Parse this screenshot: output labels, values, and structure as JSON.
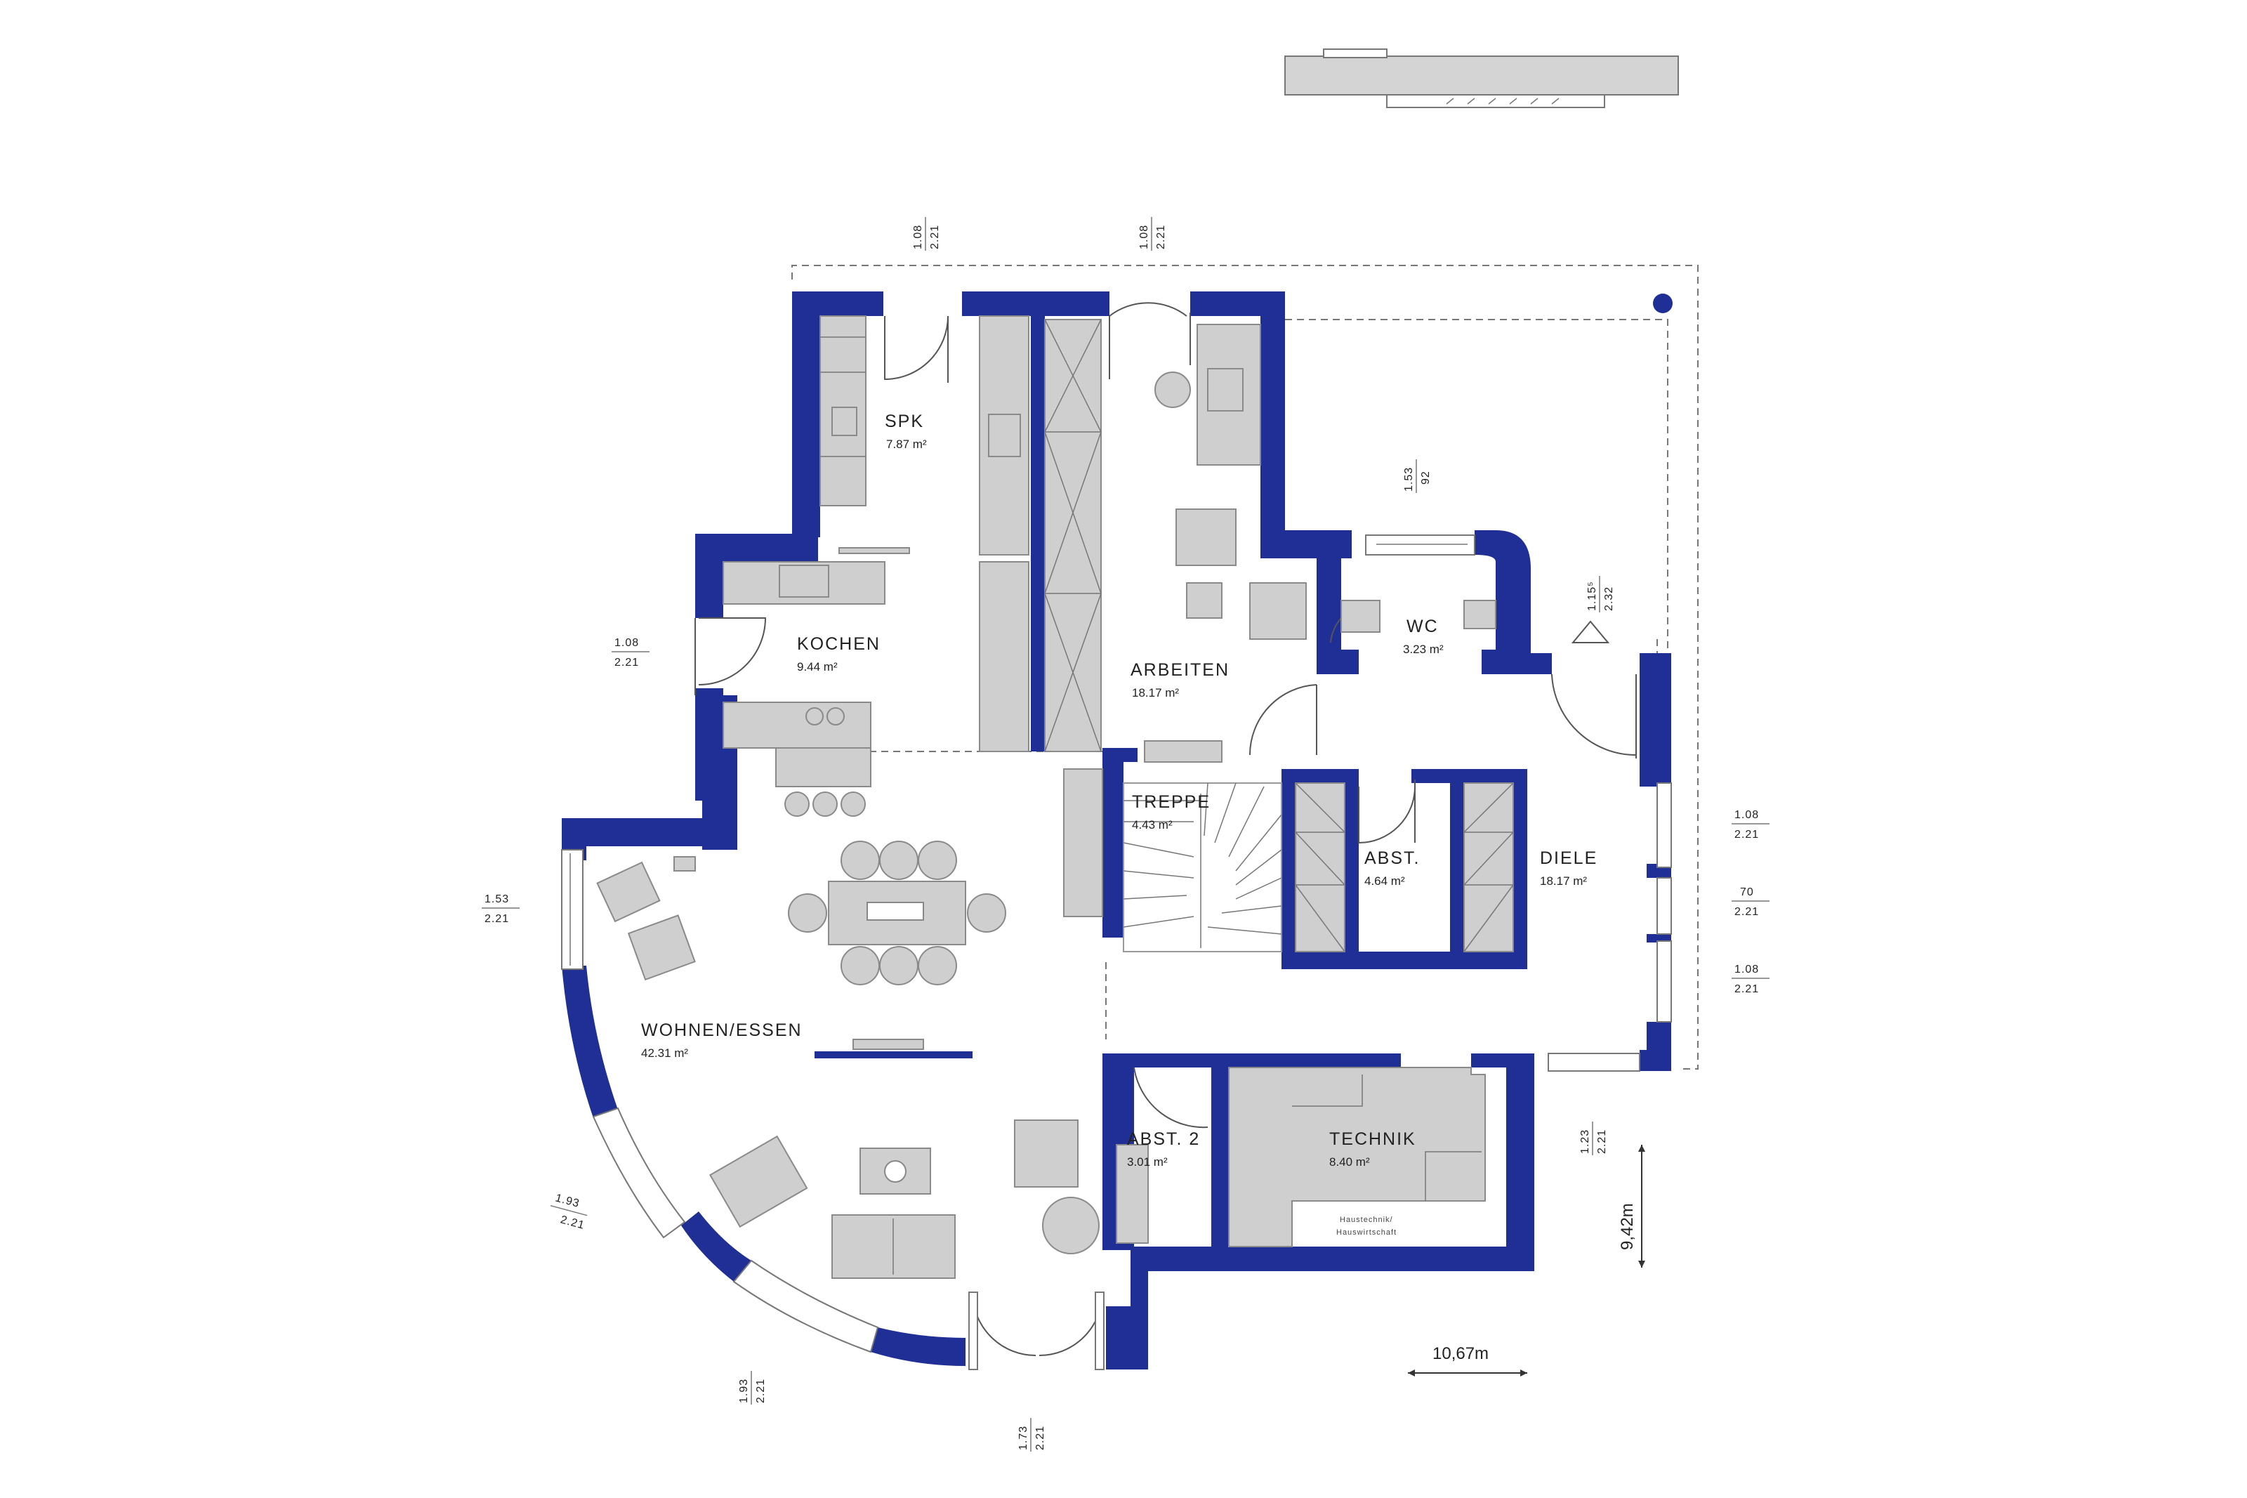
{
  "rooms": {
    "spk": {
      "name": "SPK",
      "area": "7.87 m²"
    },
    "kochen": {
      "name": "KOCHEN",
      "area": "9.44 m²"
    },
    "arbeiten": {
      "name": "ARBEITEN",
      "area": "18.17 m²"
    },
    "wc": {
      "name": "WC",
      "area": "3.23 m²"
    },
    "treppe": {
      "name": "TREPPE",
      "area": "4.43 m²"
    },
    "abst": {
      "name": "ABST.",
      "area": "4.64 m²"
    },
    "diele": {
      "name": "DIELE",
      "area": "18.17 m²"
    },
    "wohnen": {
      "name": "WOHNEN/ESSEN",
      "area": "42.31 m²"
    },
    "abst2": {
      "name": "ABST. 2",
      "area": "3.01 m²"
    },
    "technik": {
      "name": "TECHNIK",
      "area": "8.40 m²"
    }
  },
  "technik_label": {
    "line1": "Haustechnik/",
    "line2": "Hauswirtschaft"
  },
  "dimensions": {
    "top_spk": {
      "a": "1.08",
      "b": "2.21"
    },
    "top_arbeiten": {
      "a": "1.08",
      "b": "2.21"
    },
    "terrace": {
      "a": "1.53",
      "b": "92"
    },
    "entrance": {
      "a": "1.15⁵",
      "b": "2.32"
    },
    "kochen_left": {
      "a": "1.08",
      "b": "2.21"
    },
    "wohnen_left": {
      "a": "1.53",
      "b": "2.21"
    },
    "bay_left": {
      "a": "1.93",
      "b": "2.21"
    },
    "bay_bottom": {
      "a": "1.93",
      "b": "2.21"
    },
    "door_bottom": {
      "a": "1.73",
      "b": "2.21"
    },
    "diele_r1": {
      "a": "1.08",
      "b": "2.21"
    },
    "diele_r2": {
      "a": "70",
      "b": "2.21"
    },
    "diele_r3": {
      "a": "1.08",
      "b": "2.21"
    },
    "technik_right": {
      "a": "1.23",
      "b": "2.21"
    }
  },
  "overall": {
    "width": "10,67m",
    "depth": "9,42m"
  },
  "colors": {
    "wall": "#1f2f95",
    "furniture": "#cfcfcf"
  }
}
